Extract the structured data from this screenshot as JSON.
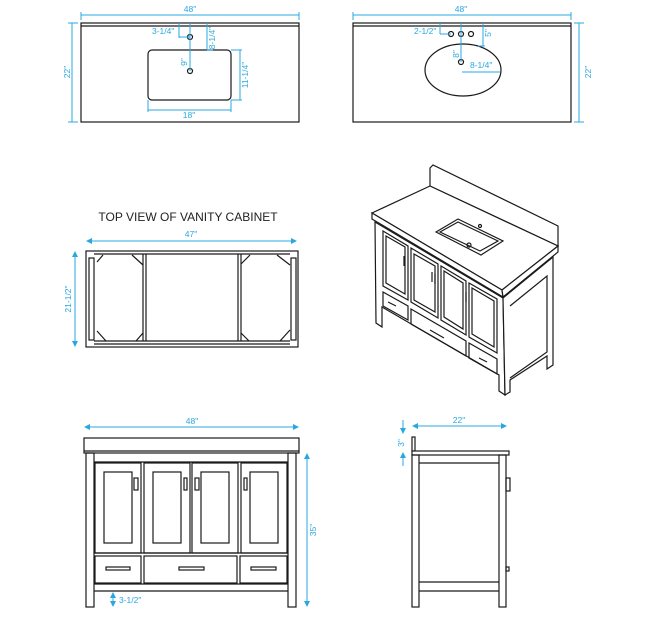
{
  "colors": {
    "dimension": "#29a8e0",
    "line": "#1a1a1a"
  },
  "countertop_rect_sink": {
    "width": "48\"",
    "depth": "22\"",
    "faucet_offset": "3-1/4\"",
    "drain_to_faucet": "9\"",
    "back_to_sink": "8-1/4\"",
    "sink_depth": "11-1/4\"",
    "sink_width": "18\""
  },
  "countertop_oval_sink": {
    "width": "48\"",
    "depth": "22\"",
    "faucet_spacing": "2-1/2\"",
    "back_to_faucet": "5\"",
    "faucet_to_drain": "8\"",
    "sink_half_width": "8-1/4\""
  },
  "cabinet_top_view": {
    "title": "TOP VIEW OF VANITY CABINET",
    "width": "47\"",
    "depth": "21-1/2\""
  },
  "front_elevation": {
    "width": "48\"",
    "height": "35\"",
    "toe_clearance": "3-1/2\""
  },
  "side_elevation": {
    "depth": "22\"",
    "backsplash_height": "3\""
  }
}
